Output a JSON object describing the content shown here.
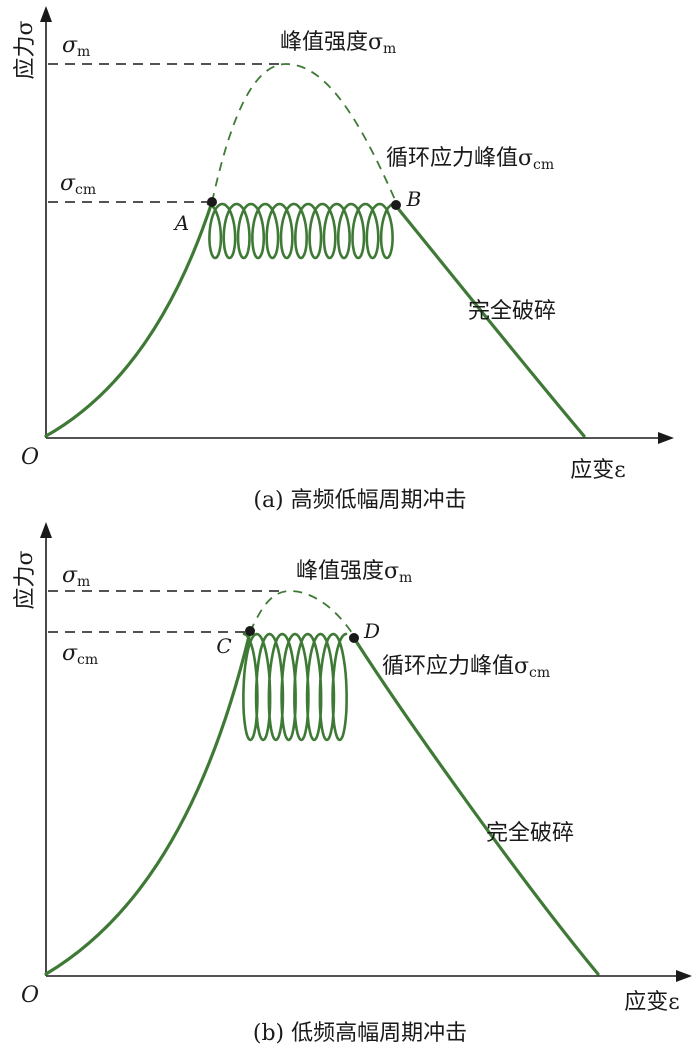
{
  "figure": {
    "panels": [
      {
        "y_axis_label": "应力σ",
        "x_axis_label": "应变ε",
        "origin_label": "O",
        "sigma_m_label": "σ",
        "sigma_m_sub": "m",
        "sigma_cm_label": "σ",
        "sigma_cm_sub": "cm",
        "peak_strength_label": "峰值强度σ",
        "peak_strength_sub": "m",
        "cyclic_peak_label": "循环应力峰值σ",
        "cyclic_peak_sub": "cm",
        "failure_label": "完全破碎",
        "point_start": "A",
        "point_end": "B",
        "caption": "(a) 高频低幅周期冲击"
      },
      {
        "y_axis_label": "应力σ",
        "x_axis_label": "应变ε",
        "origin_label": "O",
        "sigma_m_label": "σ",
        "sigma_m_sub": "m",
        "sigma_cm_label": "σ",
        "sigma_cm_sub": "cm",
        "peak_strength_label": "峰值强度σ",
        "peak_strength_sub": "m",
        "cyclic_peak_label": "循环应力峰值σ",
        "cyclic_peak_sub": "cm",
        "failure_label": "完全破碎",
        "point_start": "C",
        "point_end": "D",
        "caption": "(b) 低频高幅周期冲击"
      }
    ],
    "colors": {
      "curve": "#3e7a35",
      "axis": "#1a1a1a"
    }
  }
}
